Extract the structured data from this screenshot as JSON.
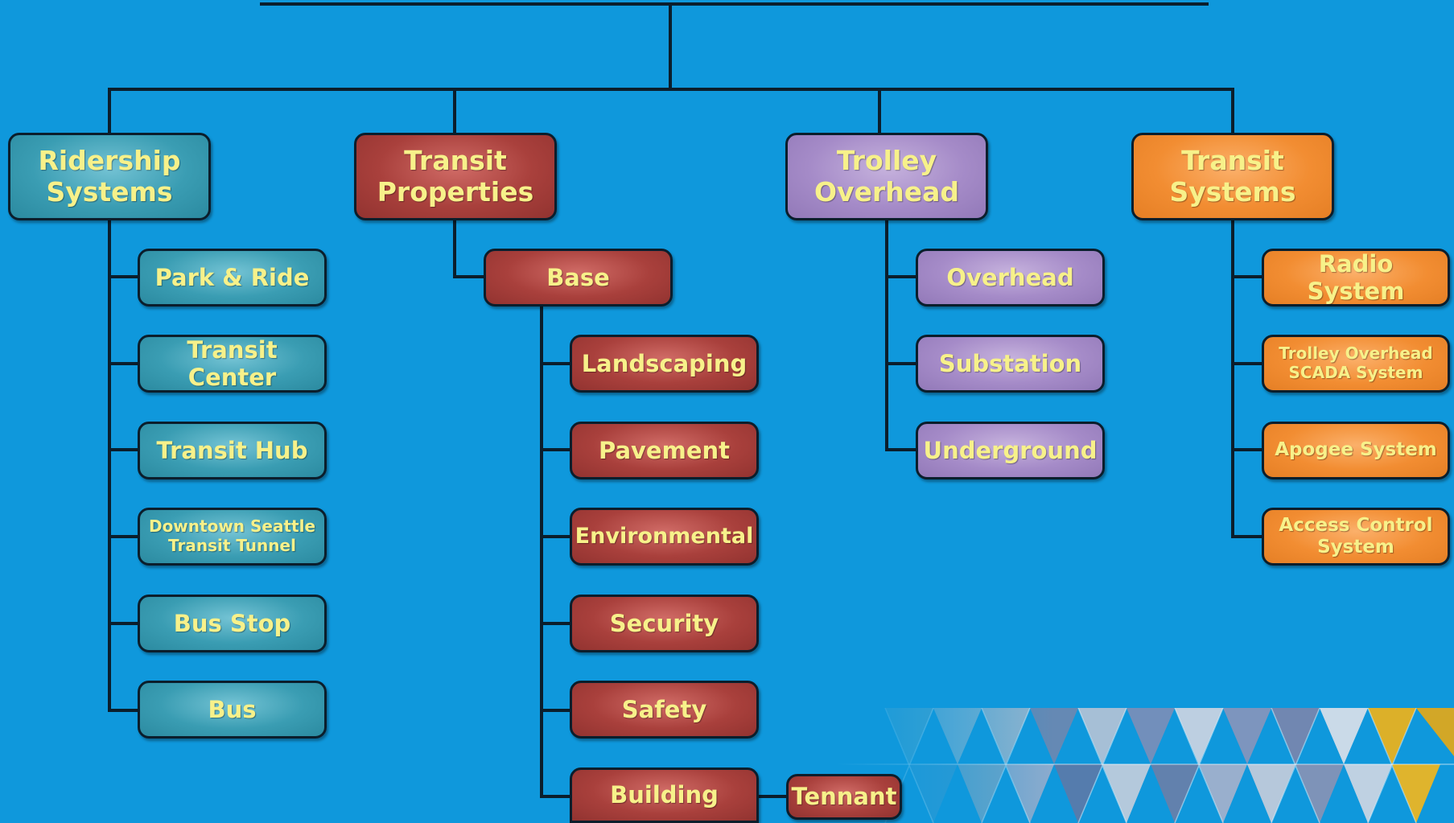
{
  "diagram": {
    "branches": [
      {
        "id": "ridership",
        "color": "teal",
        "title": "Ridership\nSystems",
        "children": [
          "Park & Ride",
          "Transit Center",
          "Transit Hub",
          "Downtown Seattle\nTransit Tunnel",
          "Bus Stop",
          "Bus"
        ]
      },
      {
        "id": "properties",
        "color": "red",
        "title": "Transit\nProperties",
        "base": "Base",
        "children": [
          "Landscaping",
          "Pavement",
          "Environmental",
          "Security",
          "Safety",
          "Building"
        ],
        "building_child": "Tennant"
      },
      {
        "id": "trolley",
        "color": "purple",
        "title": "Trolley\nOverhead",
        "children": [
          "Overhead",
          "Substation",
          "Underground"
        ]
      },
      {
        "id": "systems",
        "color": "orange",
        "title": "Transit\nSystems",
        "children": [
          "Radio System",
          "Trolley Overhead\nSCADA System",
          "Apogee System",
          "Access Control\nSystem"
        ]
      }
    ],
    "colors": {
      "background": "#0f98dc",
      "connector": "#0b1e2c",
      "text": "#f7f18a",
      "teal": "#3a9db3",
      "red": "#a9403c",
      "purple": "#a58bc8",
      "orange": "#f28d32"
    }
  }
}
